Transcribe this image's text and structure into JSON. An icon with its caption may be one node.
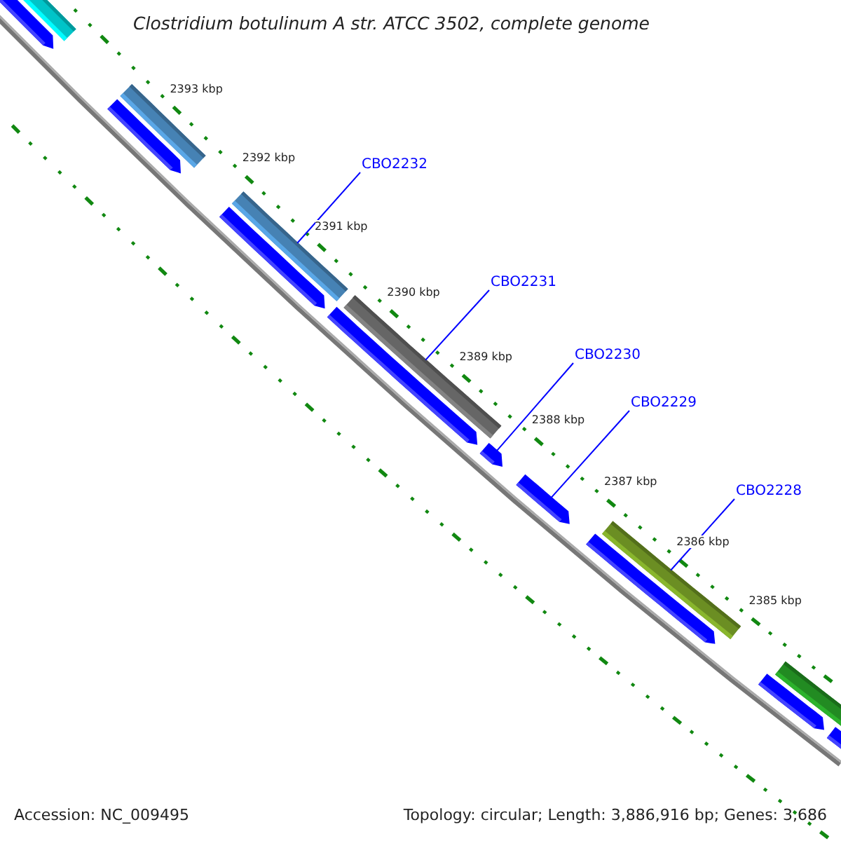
{
  "diagram": {
    "title": "Clostridium botulinum A str. ATCC 3502, complete genome",
    "nodes": [
      {
        "text": [
          "CBO2232"
        ]
      },
      {
        "text": [
          "CBO2231"
        ]
      },
      {
        "text": [
          "CBO2230"
        ]
      },
      {
        "text": [
          "CBO2229"
        ]
      },
      {
        "text": [
          "CBO2228"
        ]
      },
      {
        "text": [],
        "shape": "bar"
      },
      {
        "text": [],
        "shape": "bar"
      },
      {
        "text": [],
        "shape": "bar"
      },
      {
        "text": [],
        "shape": "bar"
      },
      {
        "text": [],
        "shape": "bar"
      }
    ],
    "edges": [
      {
        "from": 0,
        "to": 5,
        "arrow": "none"
      },
      {
        "from": 1,
        "to": 6,
        "arrow": "none"
      },
      {
        "from": 2,
        "to": 7,
        "arrow": "none"
      },
      {
        "from": 3,
        "to": 8,
        "arrow": "none"
      },
      {
        "from": 4,
        "to": 9,
        "arrow": "none"
      }
    ],
    "labels": [
      "2393 kbp",
      "2392 kbp",
      "2391 kbp",
      "2390 kbp",
      "2389 kbp",
      "2388 kbp",
      "2387 kbp",
      "2386 kbp",
      "2385 kbp",
      "Accession: NC_009495",
      "Topology: circular; Length: 3,886,916 bp; Genes: 3,686"
    ]
  }
}
